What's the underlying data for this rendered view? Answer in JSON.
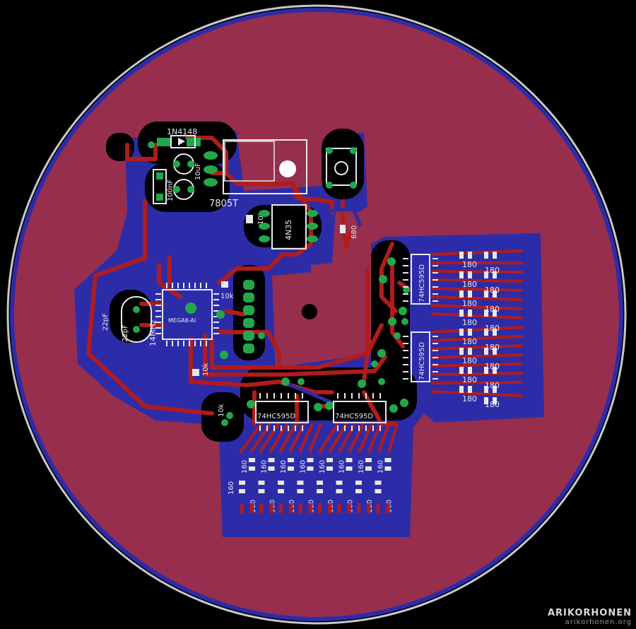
{
  "colors": {
    "background": "#000000",
    "top_copper": "#982e4e",
    "bottom_copper": "#2c2ca8",
    "board_edge": "#c8c8c8",
    "top_trace": "#b01c1c",
    "pad": "#22a84a",
    "silkscreen": "#e8e8e8",
    "hole": "#000000"
  },
  "components": {
    "diode": "1N4148",
    "cap_10u": "10uF",
    "cap_100n": "100nF",
    "regulator": "7805T",
    "resistor_10k_a": "10k",
    "optocoupler": "4N35",
    "resistor_680": "680",
    "mcu": "MEGA8-AI",
    "resistor_10k_b": "10k",
    "cap_22p_a": "22pF",
    "cap_22p_b": "22pF",
    "crystal": "14MHz",
    "resistor_10k_c": "10k",
    "resistor_10k_d": "10k",
    "shift_reg_1": "74HC595D",
    "shift_reg_2": "74HC595D",
    "shift_reg_3": "74HC595D",
    "shift_reg_4": "74HC595D"
  },
  "resistor_values": {
    "right_bank": "180",
    "bottom_bank": "160"
  },
  "watermark": {
    "line1": "ARIKORHONEN",
    "line2": "arikorhonen.org"
  }
}
